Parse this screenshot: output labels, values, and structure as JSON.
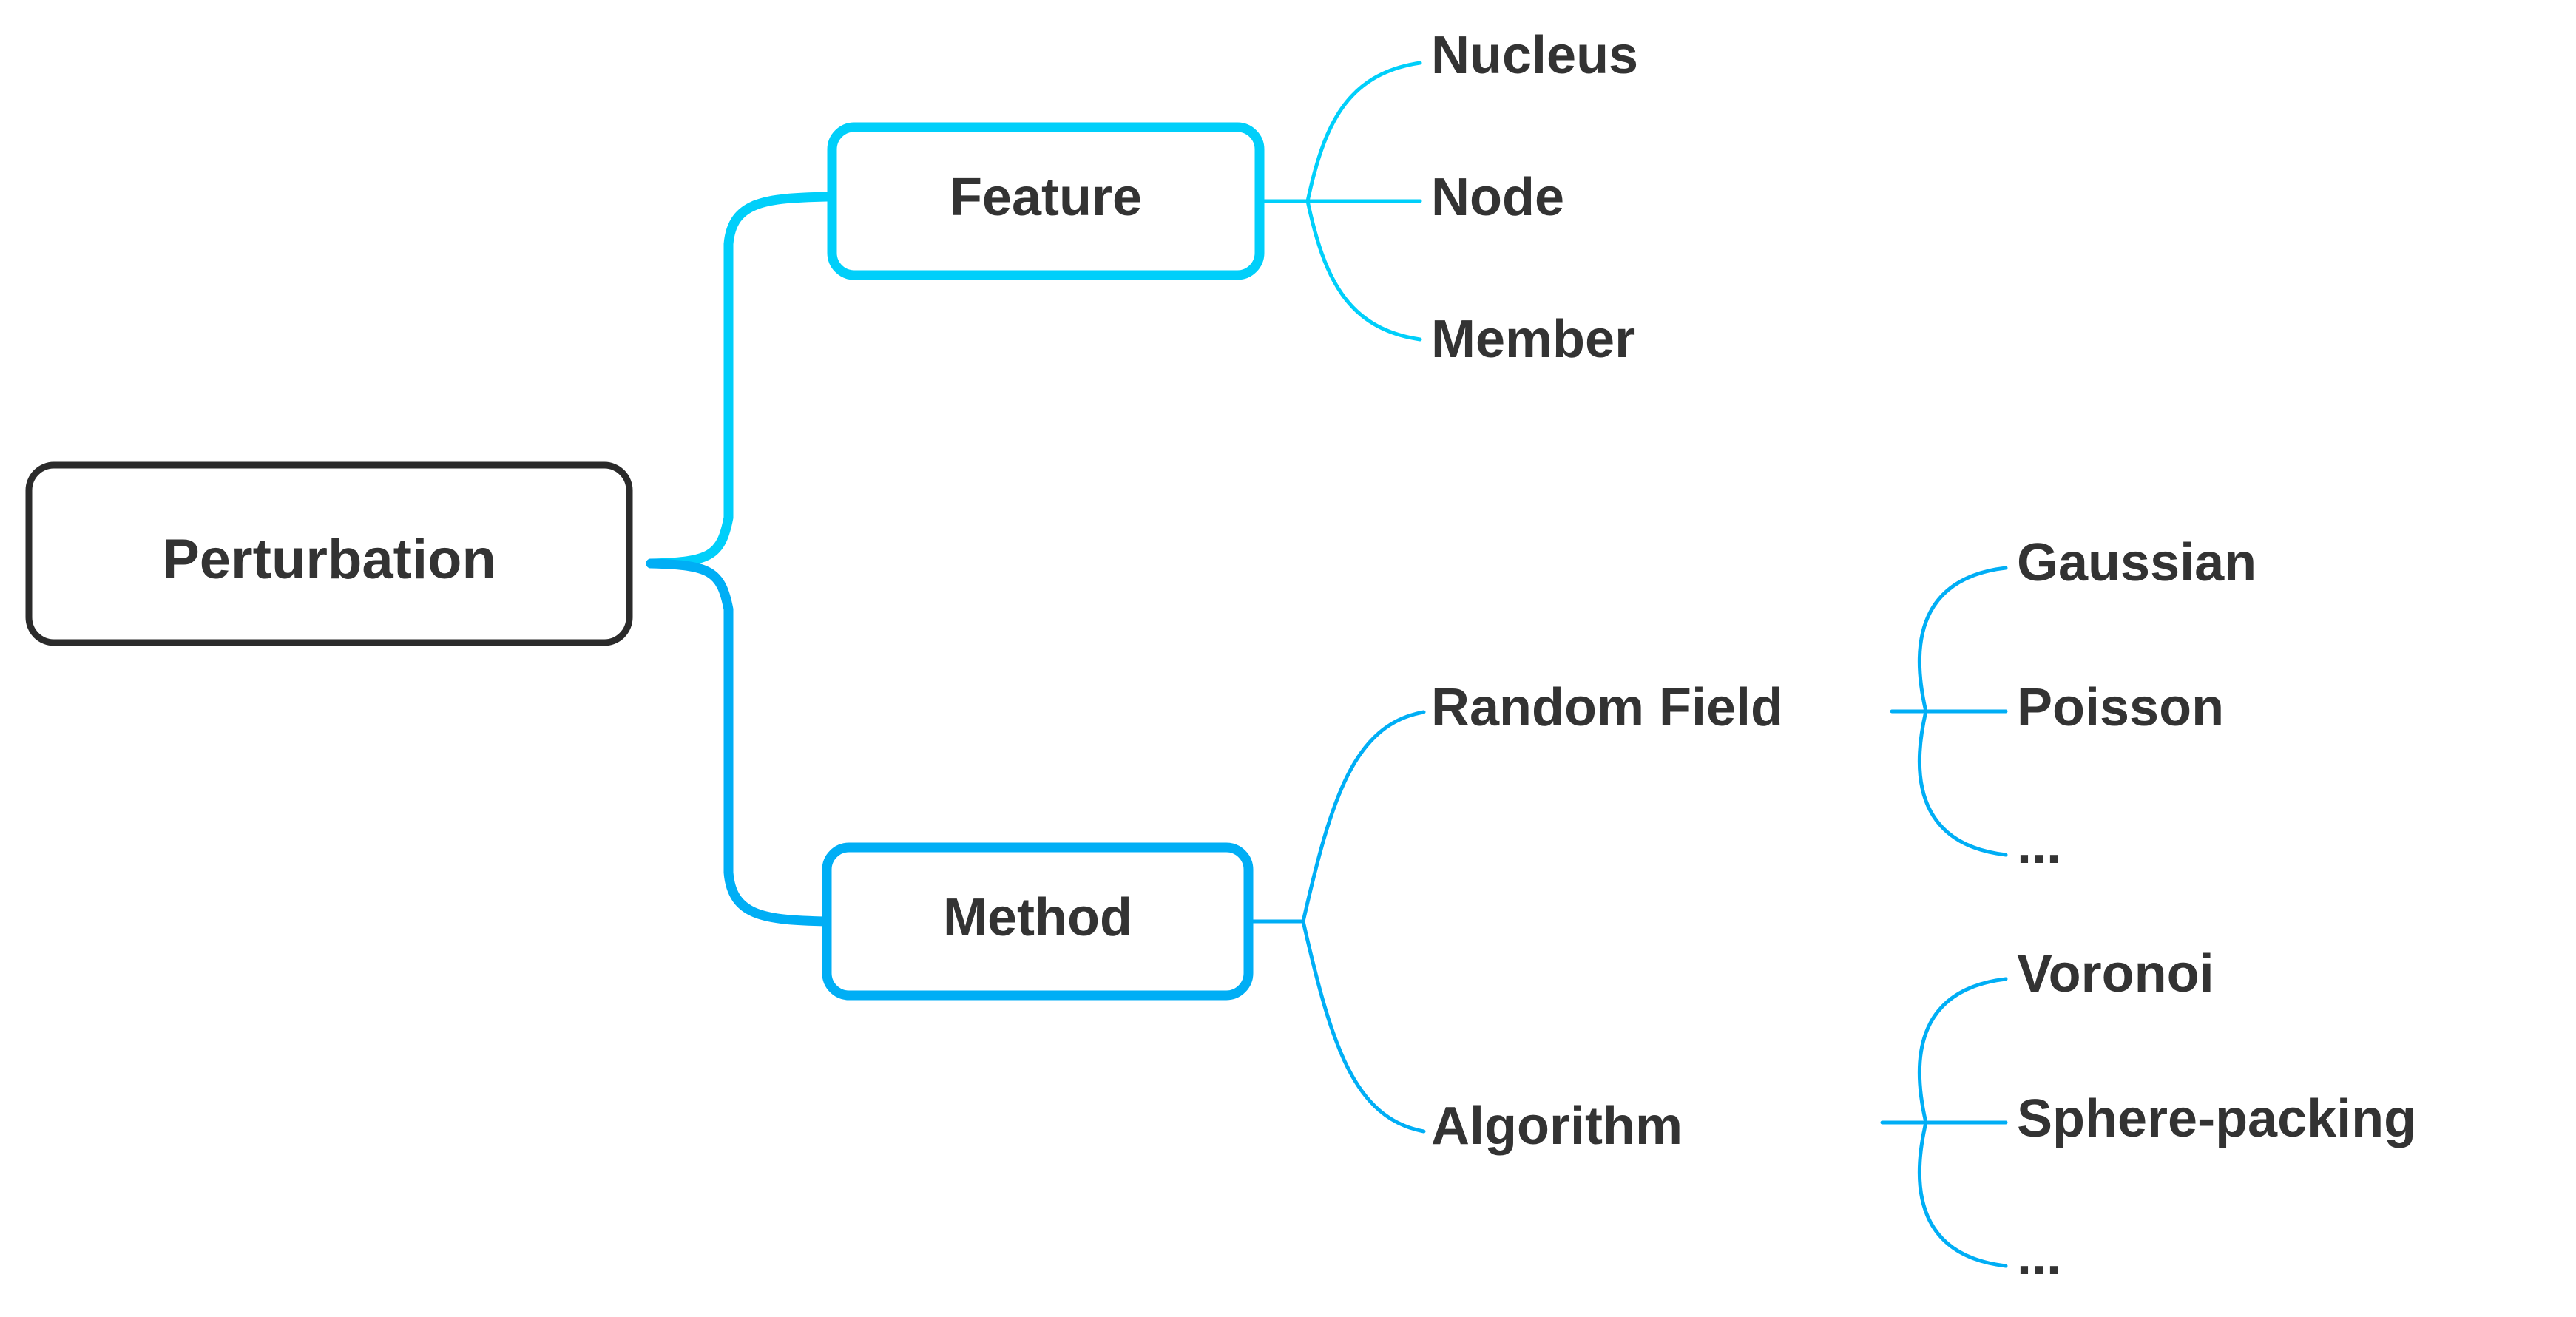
{
  "diagram": {
    "type": "mind-map",
    "title": "Perturbation taxonomy mind map",
    "background_color": "#ffffff",
    "text_color": "#333333",
    "root_border_color": "#2b2b2b",
    "branch_colors": {
      "feature": "#00cffa",
      "method": "#00aef5"
    },
    "root": {
      "label": "Perturbation"
    },
    "branches": [
      {
        "label": "Feature",
        "color": "#00cffa",
        "children": [
          {
            "label": "Nucleus",
            "children": []
          },
          {
            "label": "Node",
            "children": []
          },
          {
            "label": "Member",
            "children": []
          }
        ]
      },
      {
        "label": "Method",
        "color": "#00aef5",
        "children": [
          {
            "label": "Random Field",
            "children": [
              {
                "label": "Gaussian"
              },
              {
                "label": "Poisson"
              },
              {
                "label": "..."
              }
            ]
          },
          {
            "label": "Algorithm",
            "children": [
              {
                "label": "Voronoi"
              },
              {
                "label": "Sphere-packing"
              },
              {
                "label": "..."
              }
            ]
          }
        ]
      }
    ]
  }
}
